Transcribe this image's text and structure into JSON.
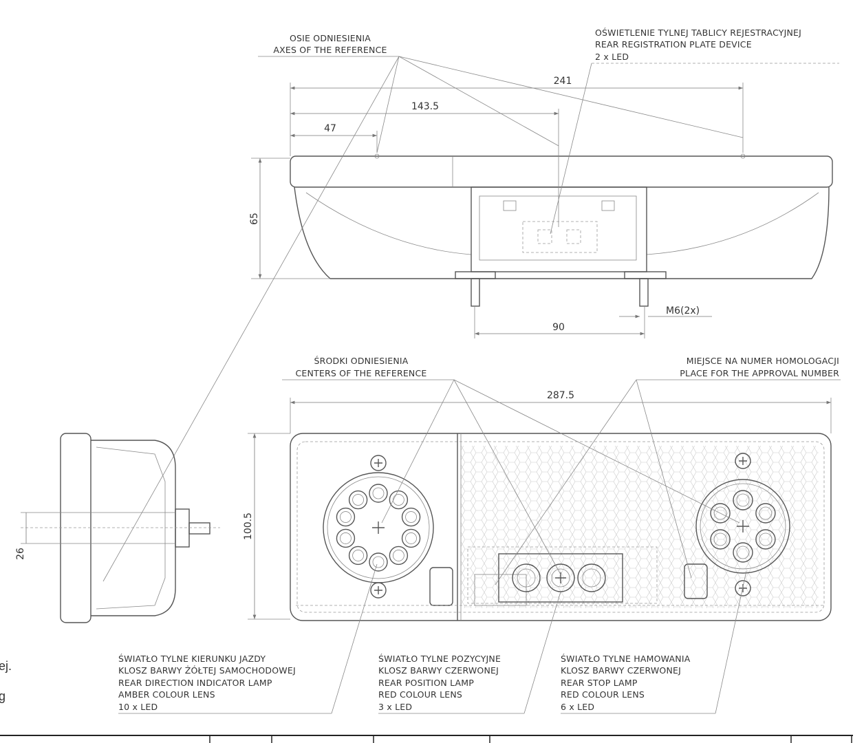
{
  "top_view": {
    "axes_label": [
      "OSIE ODNIESIENIA",
      "AXES OF THE REFERENCE"
    ],
    "plate_label": [
      "OŚWIETLENIE TYLNEJ TABLICY REJESTRACYJNEJ",
      "REAR REGISTRATION PLATE DEVICE",
      "2 x LED"
    ],
    "dims": {
      "d241": "241",
      "d143": "143.5",
      "d47": "47",
      "d65": "65",
      "d90": "90",
      "m6": "M6(2x)"
    }
  },
  "front_view": {
    "centers_label": [
      "ŚRODKI ODNIESIENIA",
      "CENTERS OF THE REFERENCE"
    ],
    "approval_label": [
      "MIEJSCE NA NUMER HOMOLOGACJI",
      "PLACE FOR THE APPROVAL NUMBER"
    ],
    "dims": {
      "width": "287.5",
      "height": "100.5"
    }
  },
  "side_view": {
    "dims": {
      "d26": "26"
    }
  },
  "lamp_labels": [
    [
      "ŚWIATŁO TYLNE KIERUNKU JAZDY",
      "KLOSZ BARWY ŻÓŁTEJ SAMOCHODOWEJ",
      "REAR DIRECTION INDICATOR LAMP",
      "AMBER COLOUR LENS",
      "10 x LED"
    ],
    [
      "ŚWIATŁO TYLNE POZYCYJNE",
      "KLOSZ BARWY CZERWONEJ",
      "REAR POSITION  LAMP",
      "RED COLOUR LENS",
      "3 x LED"
    ],
    [
      "ŚWIATŁO TYLNE HAMOWANIA",
      "KLOSZ BARWY CZERWONEJ",
      "REAR STOP LAMP",
      "RED COLOUR LENS",
      "6 x LED"
    ]
  ],
  "edge_text": [
    "ej.",
    "g"
  ]
}
